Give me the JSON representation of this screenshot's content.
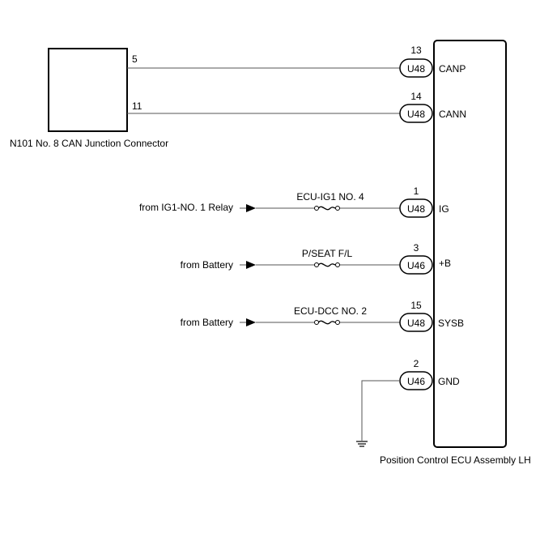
{
  "diagram": {
    "junction_connector": {
      "label": "N101  No. 8 CAN Junction Connector",
      "pins": [
        {
          "pin": "5"
        },
        {
          "pin": "11"
        }
      ]
    },
    "ecu": {
      "label": "Position Control ECU Assembly LH",
      "terminals": [
        {
          "pin": "13",
          "connector": "U48",
          "name": "CANP"
        },
        {
          "pin": "14",
          "connector": "U48",
          "name": "CANN"
        },
        {
          "pin": "1",
          "connector": "U48",
          "name": "IG"
        },
        {
          "pin": "3",
          "connector": "U46",
          "name": "+B"
        },
        {
          "pin": "15",
          "connector": "U48",
          "name": "SYSB"
        },
        {
          "pin": "2",
          "connector": "U46",
          "name": "GND"
        }
      ]
    },
    "power_inputs": [
      {
        "source": "from IG1-NO. 1 Relay",
        "fuse": "ECU-IG1 NO. 4"
      },
      {
        "source": "from Battery",
        "fuse": "P/SEAT F/L"
      },
      {
        "source": "from Battery",
        "fuse": "ECU-DCC NO. 2"
      }
    ],
    "ground": {
      "symbol": "ground-icon"
    }
  }
}
